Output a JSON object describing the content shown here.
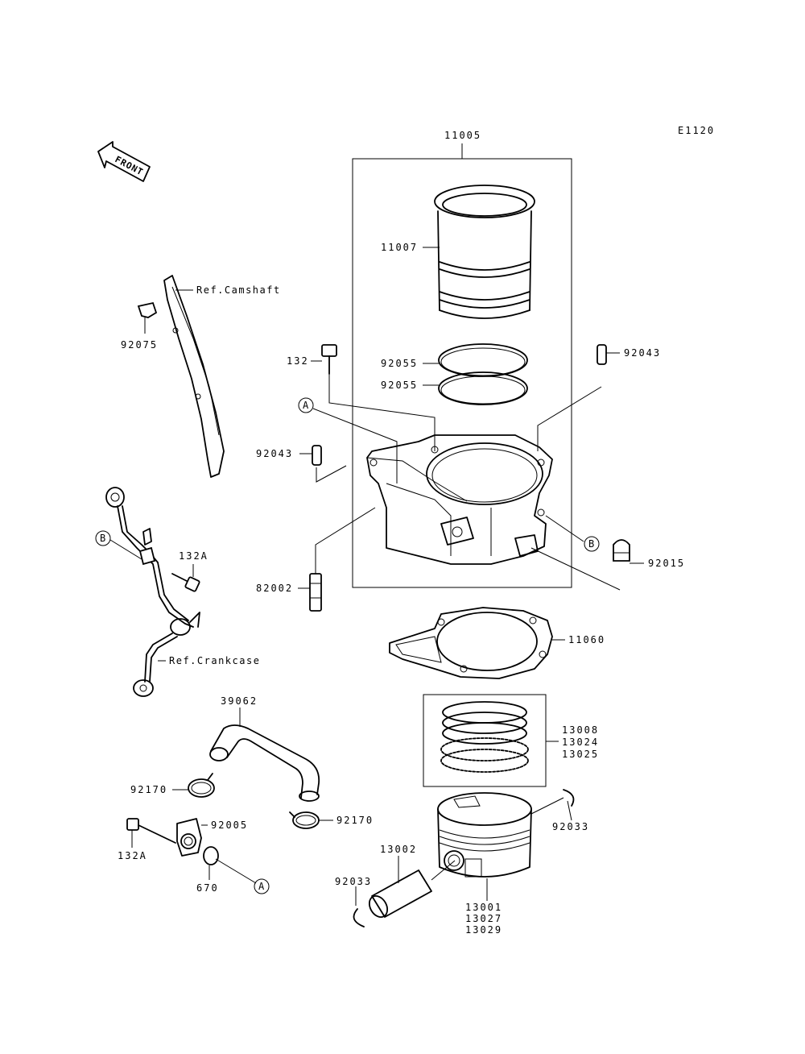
{
  "diagram_code": "E1120",
  "front_marker": "FRONT",
  "callouts": {
    "a": "A",
    "b": "B"
  },
  "labels": {
    "p11005": "11005",
    "p11007": "11007",
    "p132": "132",
    "p92055a": "92055",
    "p92055b": "92055",
    "p92043a": "92043",
    "p92043b": "92043",
    "p82002": "82002",
    "p92015": "92015",
    "p11060": "11060",
    "p13008": "13008",
    "p13024": "13024",
    "p13025": "13025",
    "p92033a": "92033",
    "p92033b": "92033",
    "p13002": "13002",
    "p13001": "13001",
    "p13027": "13027",
    "p13029": "13029",
    "p92075": "92075",
    "p132a1": "132A",
    "p132a2": "132A",
    "p39062": "39062",
    "p92170a": "92170",
    "p92170b": "92170",
    "p92005": "92005",
    "p670": "670",
    "ref_camshaft": "Ref.Camshaft",
    "ref_crankcase": "Ref.Crankcase"
  }
}
